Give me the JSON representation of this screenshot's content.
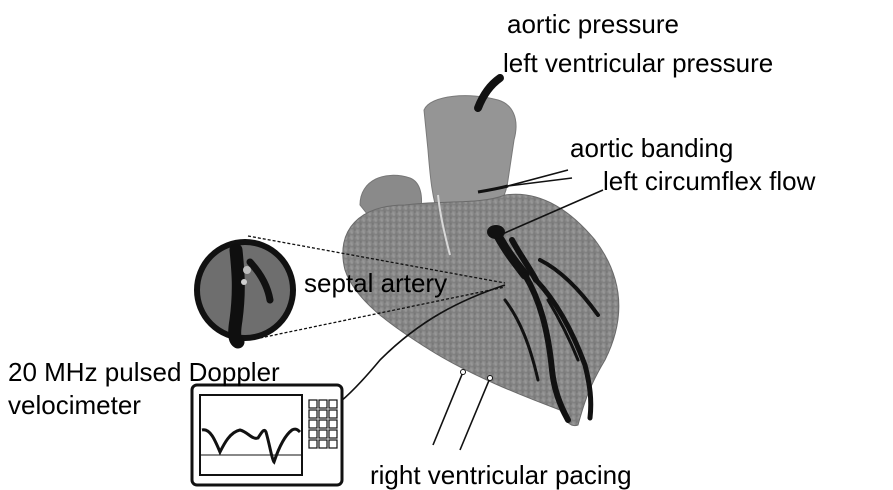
{
  "labels": {
    "aortic_pressure": "aortic pressure",
    "lv_pressure": "left ventricular pressure",
    "aortic_banding": "aortic banding",
    "left_circumflex_flow": "left circumflex flow",
    "septal_artery": "septal artery",
    "doppler_line1": "20 MHz pulsed Doppler",
    "doppler_line2": "velocimeter",
    "rv_pacing": "right ventricular pacing"
  }
}
